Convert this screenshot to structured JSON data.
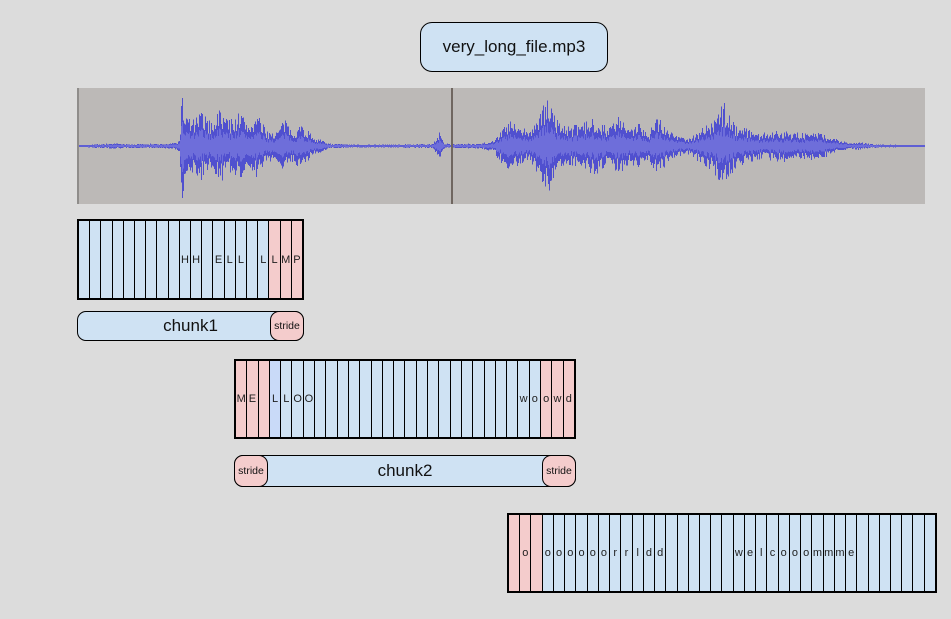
{
  "title_box": {
    "label": "very_long_file.mp3"
  },
  "colors": {
    "page_bg": "#dcdcdc",
    "chunk_fill": "#cfe2f3",
    "stride_fill": "#f4cccc",
    "alt_cell_fill": "#c9daf8",
    "border": "#000000"
  },
  "waveform": {
    "bg": "#bcb9b7",
    "wave_color": "#5050cf",
    "wave_light_color": "#6e6eda",
    "divider_color": "#6f6660",
    "divider_x_frac": 0.4387,
    "seed": 7,
    "envelope": [
      [
        0.0,
        0.02
      ],
      [
        0.02,
        0.035
      ],
      [
        0.04,
        0.05
      ],
      [
        0.06,
        0.035
      ],
      [
        0.08,
        0.045
      ],
      [
        0.1,
        0.04
      ],
      [
        0.112,
        0.06
      ],
      [
        0.118,
        0.1
      ],
      [
        0.1215,
        1.0
      ],
      [
        0.125,
        0.6
      ],
      [
        0.135,
        0.5
      ],
      [
        0.145,
        0.65
      ],
      [
        0.155,
        0.45
      ],
      [
        0.165,
        0.7
      ],
      [
        0.178,
        0.5
      ],
      [
        0.19,
        0.65
      ],
      [
        0.2,
        0.42
      ],
      [
        0.21,
        0.6
      ],
      [
        0.22,
        0.32
      ],
      [
        0.232,
        0.26
      ],
      [
        0.242,
        0.5
      ],
      [
        0.252,
        0.3
      ],
      [
        0.262,
        0.42
      ],
      [
        0.272,
        0.26
      ],
      [
        0.282,
        0.14
      ],
      [
        0.295,
        0.05
      ],
      [
        0.32,
        0.03
      ],
      [
        0.36,
        0.03
      ],
      [
        0.4,
        0.035
      ],
      [
        0.418,
        0.04
      ],
      [
        0.425,
        0.27
      ],
      [
        0.431,
        0.05
      ],
      [
        0.45,
        0.04
      ],
      [
        0.47,
        0.05
      ],
      [
        0.488,
        0.09
      ],
      [
        0.498,
        0.3
      ],
      [
        0.51,
        0.48
      ],
      [
        0.52,
        0.34
      ],
      [
        0.532,
        0.32
      ],
      [
        0.545,
        0.6
      ],
      [
        0.554,
        0.97
      ],
      [
        0.563,
        0.52
      ],
      [
        0.578,
        0.36
      ],
      [
        0.595,
        0.42
      ],
      [
        0.61,
        0.55
      ],
      [
        0.625,
        0.36
      ],
      [
        0.638,
        0.55
      ],
      [
        0.652,
        0.3
      ],
      [
        0.662,
        0.5
      ],
      [
        0.673,
        0.25
      ],
      [
        0.683,
        0.62
      ],
      [
        0.695,
        0.33
      ],
      [
        0.708,
        0.2
      ],
      [
        0.722,
        0.15
      ],
      [
        0.735,
        0.35
      ],
      [
        0.748,
        0.45
      ],
      [
        0.762,
        0.8
      ],
      [
        0.775,
        0.43
      ],
      [
        0.79,
        0.33
      ],
      [
        0.805,
        0.24
      ],
      [
        0.82,
        0.28
      ],
      [
        0.838,
        0.3
      ],
      [
        0.855,
        0.24
      ],
      [
        0.872,
        0.28
      ],
      [
        0.888,
        0.17
      ],
      [
        0.9,
        0.1
      ],
      [
        0.912,
        0.05
      ],
      [
        0.922,
        0.08
      ],
      [
        0.935,
        0.04
      ],
      [
        0.955,
        0.03
      ],
      [
        0.975,
        0.025
      ],
      [
        1.0,
        0.02
      ]
    ]
  },
  "token_rows": [
    {
      "name": "chunk1-tokens",
      "letters": [
        "",
        "",
        "",
        "",
        "",
        "",
        "",
        "",
        "",
        "H",
        "H",
        "",
        "E",
        "L",
        "L",
        "",
        "L",
        "L",
        "M",
        "P"
      ],
      "pink_cells": [
        17,
        18,
        19
      ],
      "alt_blue_cells": []
    },
    {
      "name": "chunk2-tokens",
      "letters": [
        "M",
        "E",
        "",
        "L",
        "L",
        "O",
        "O",
        "",
        "",
        "",
        "",
        "",
        "",
        "",
        "",
        "",
        "",
        "",
        "",
        "",
        "",
        "",
        "",
        "",
        "",
        "w",
        "o",
        "o",
        "w",
        "d"
      ],
      "pink_cells": [
        0,
        1,
        2,
        27,
        28,
        29
      ],
      "alt_blue_cells": [
        3
      ]
    },
    {
      "name": "chunk3-tokens",
      "letters": [
        "",
        "o",
        "",
        "o",
        "o",
        "o",
        "o",
        "o",
        "o",
        "r",
        "r",
        "l",
        "d",
        "d",
        "",
        "",
        "",
        "",
        "",
        "",
        "w",
        "e",
        "l",
        "c",
        "o",
        "o",
        "o",
        "m",
        "m",
        "m",
        "e",
        "",
        "",
        "",
        "",
        "",
        "",
        ""
      ],
      "pink_cells": [
        0,
        1,
        2
      ],
      "alt_blue_cells": []
    }
  ],
  "bars": [
    {
      "label": "chunk1",
      "stride_label": "stride",
      "strides": [
        "right"
      ]
    },
    {
      "label": "chunk2",
      "stride_label": "stride",
      "strides": [
        "left",
        "right"
      ]
    }
  ]
}
